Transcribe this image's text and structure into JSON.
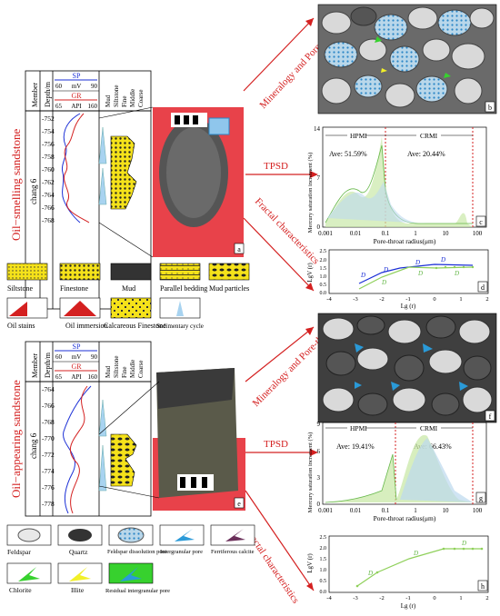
{
  "log_header": {
    "member": "Member",
    "depth": "Depth/m",
    "sp": "SP",
    "sp_scale": [
      "60",
      "mV",
      "90"
    ],
    "gr": "GR",
    "gr_scale": [
      "65",
      "API",
      "160"
    ],
    "lith": [
      "Mud",
      "Siltstone",
      "Fine",
      "Middle",
      "Coarse"
    ]
  },
  "top": {
    "section_label": "Oil−smelling sandstone",
    "member_label": "chang 6",
    "depths": [
      "-752",
      "-754",
      "-756",
      "-758",
      "-760",
      "-762",
      "-764",
      "-766",
      "-768"
    ],
    "arrows": [
      "Mineralogy and Pore-throat",
      "TPSD",
      "Fractal characteristics"
    ],
    "panel_letters": [
      "a",
      "b",
      "c",
      "d"
    ],
    "tpsd": {
      "ylabel": "Mercury saturation increment (%)",
      "xlabel": "Pore-throat radius(μm)",
      "hpmi": "HPMI",
      "crmi": "CRMI",
      "ave_left": "Ave: 51.59%",
      "ave_right": "Ave: 20.44%",
      "yticks": [
        "0",
        "7",
        "14"
      ],
      "xticks": [
        "0.001",
        "0.01",
        "0.1",
        "1",
        "10",
        "100"
      ]
    },
    "fractal": {
      "ylabel": "LgV (r)",
      "xlabel": "Lg (r)",
      "xticks": [
        "-4",
        "-3",
        "-2",
        "-1",
        "0",
        "1",
        "2"
      ],
      "yticks": [
        "0.0",
        "0.5",
        "1.0",
        "1.5",
        "2.0",
        "2.5"
      ],
      "labels": [
        "D",
        "D",
        "D",
        "D",
        "D",
        "D",
        "D"
      ]
    }
  },
  "legend_top": [
    {
      "label": "Siltstone"
    },
    {
      "label": "Finestone"
    },
    {
      "label": "Mud"
    },
    {
      "label": "Parallel bedding"
    },
    {
      "label": "Mud particles"
    },
    {
      "label": "Oil stains"
    },
    {
      "label": "Oil immersion"
    },
    {
      "label": "Calcareous Finestone"
    },
    {
      "label": "Sedimentary cycle"
    }
  ],
  "bottom": {
    "section_label": "Oil−appearing sandstone",
    "member_label": "chang 6",
    "depths": [
      "-764",
      "-766",
      "-768",
      "-770",
      "-772",
      "-774",
      "-776",
      "-778"
    ],
    "arrows": [
      "Mineralogy and Pore-throat",
      "TPSD",
      "Fractal characteristics"
    ],
    "panel_letters": [
      "e",
      "f",
      "g",
      "h"
    ],
    "tpsd": {
      "ylabel": "Mercury saturation increment (%)",
      "xlabel": "Pore-throat radius(μm)",
      "hpmi": "HPMI",
      "crmi": "CRMI",
      "ave_left": "Ave: 19.41%",
      "ave_right": "Ave: 66.43%",
      "yticks": [
        "0",
        "3",
        "6",
        "9"
      ],
      "xticks": [
        "0.001",
        "0.01",
        "0.1",
        "1",
        "10",
        "100"
      ]
    },
    "fractal": {
      "ylabel": "LgV (r)",
      "xlabel": "Lg (r)",
      "xticks": [
        "-4",
        "-3",
        "-2",
        "-1",
        "0",
        "1",
        "2"
      ],
      "yticks": [
        "0.0",
        "0.5",
        "1.0",
        "1.5",
        "2.0",
        "2.5"
      ],
      "labels": [
        "D",
        "D",
        "D"
      ]
    }
  },
  "legend_bottom": [
    {
      "label": "Feldspar"
    },
    {
      "label": "Quartz"
    },
    {
      "label": "Feldspar dissolution pore"
    },
    {
      "label": "Intergranular pore"
    },
    {
      "label": "Ferriferous calcite"
    },
    {
      "label": "Chlorite"
    },
    {
      "label": "Illite"
    },
    {
      "label": "Residual intergranular pore"
    }
  ],
  "colors": {
    "arrow": "#d42020",
    "red_bg": "#e8424a",
    "quartz": "#555555",
    "feldspar": "#d9d9d9",
    "pore_blue": "#2a9ad8",
    "chlorite": "#37d12e",
    "illite": "#f2f028",
    "sand": "#f5e21a"
  }
}
